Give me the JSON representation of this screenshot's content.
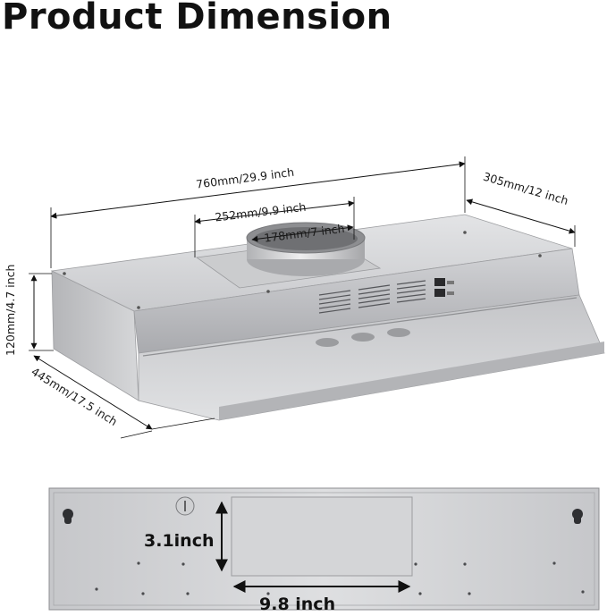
{
  "title": "Product Dimension",
  "dimensions": {
    "width": "760mm/29.9 inch",
    "depth_top": "305mm/12 inch",
    "duct_plate": "252mm/9.9 inch",
    "duct_diameter": "178mm/7 inch",
    "height": "120mm/4.7 inch",
    "depth_side": "445mm/17.5 inch",
    "cutout_height": "3.1inch",
    "cutout_width": "9.8 inch"
  },
  "colors": {
    "steel_light": "#d9dadc",
    "steel_mid": "#b9babd",
    "steel_dark": "#8c8d90",
    "line": "#111111"
  }
}
